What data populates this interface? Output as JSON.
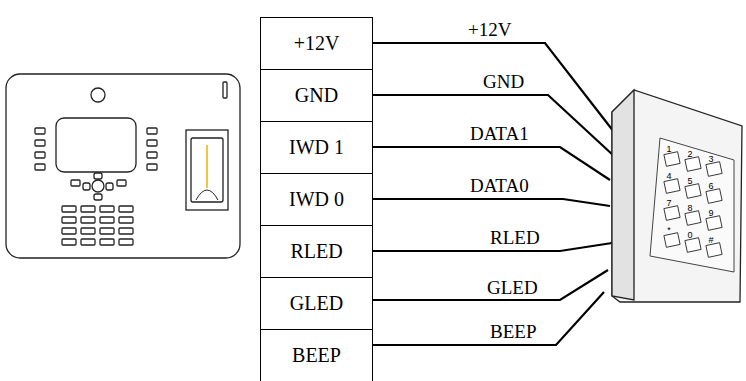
{
  "diagram": {
    "nodes": [
      {
        "text": [
          "+12V"
        ]
      },
      {
        "text": [
          "GND"
        ]
      },
      {
        "text": [
          "IWD 1"
        ]
      },
      {
        "text": [
          "IWD 0"
        ]
      },
      {
        "text": [
          "RLED"
        ]
      },
      {
        "text": [
          "GLED"
        ]
      },
      {
        "text": [
          "BEEP"
        ]
      }
    ],
    "labels": [
      "+12V",
      "GND",
      "DATA1",
      "DATA0",
      "RLED",
      "GLED",
      "BEEP",
      "1",
      "2",
      "3",
      "4",
      "5",
      "6",
      "7",
      "8",
      "9",
      "*",
      "0",
      "#"
    ]
  }
}
